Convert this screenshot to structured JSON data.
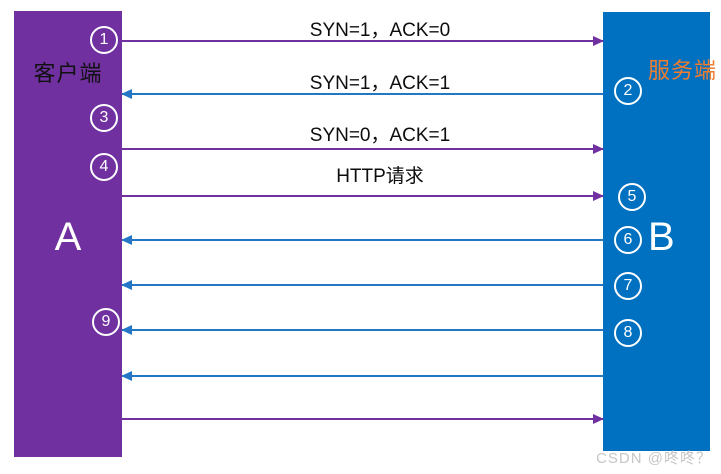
{
  "client": {
    "title": "客户端",
    "letter": "A"
  },
  "server": {
    "title": "服务端",
    "letter": "B"
  },
  "arrow_labels": [
    "SYN=1，ACK=0",
    "SYN=1，ACK=1",
    "SYN=0，ACK=1",
    "HTTP请求"
  ],
  "step_numbers": [
    "1",
    "2",
    "3",
    "4",
    "5",
    "6",
    "7",
    "8",
    "9"
  ],
  "colors": {
    "client_purple": "#7030A0",
    "server_blue": "#0070C0",
    "arrow_purple": "#7030A0",
    "arrow_blue": "#2577C5",
    "server_title_orange": "#ED7D31",
    "watermark_gray": "#C6C6C6"
  },
  "watermark": "CSDN @咚咚？"
}
